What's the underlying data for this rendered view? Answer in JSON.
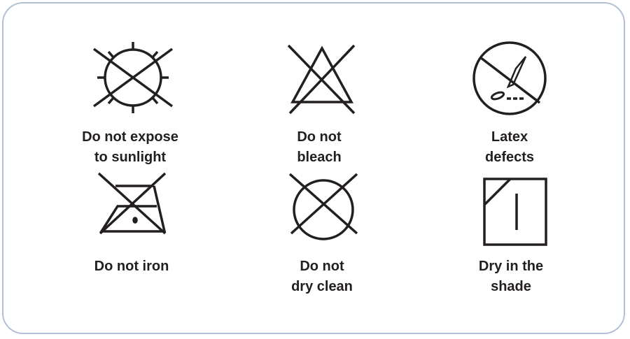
{
  "symbols": [
    {
      "icon": "no-sunlight-icon",
      "line1": "Do not expose",
      "line2": "to sunlight"
    },
    {
      "icon": "no-bleach-icon",
      "line1": "Do not",
      "line2": "bleach"
    },
    {
      "icon": "latex-defects-icon",
      "line1": "Latex",
      "line2": "defects"
    },
    {
      "icon": "no-iron-icon",
      "line1": "Do not iron",
      "line2": ""
    },
    {
      "icon": "no-dry-clean-icon",
      "line1": "Do not",
      "line2": "dry clean"
    },
    {
      "icon": "dry-in-shade-icon",
      "line1": "Dry in the",
      "line2": "shade"
    }
  ],
  "colors": {
    "ink": "#231f20",
    "border": "#b4c0d4"
  }
}
